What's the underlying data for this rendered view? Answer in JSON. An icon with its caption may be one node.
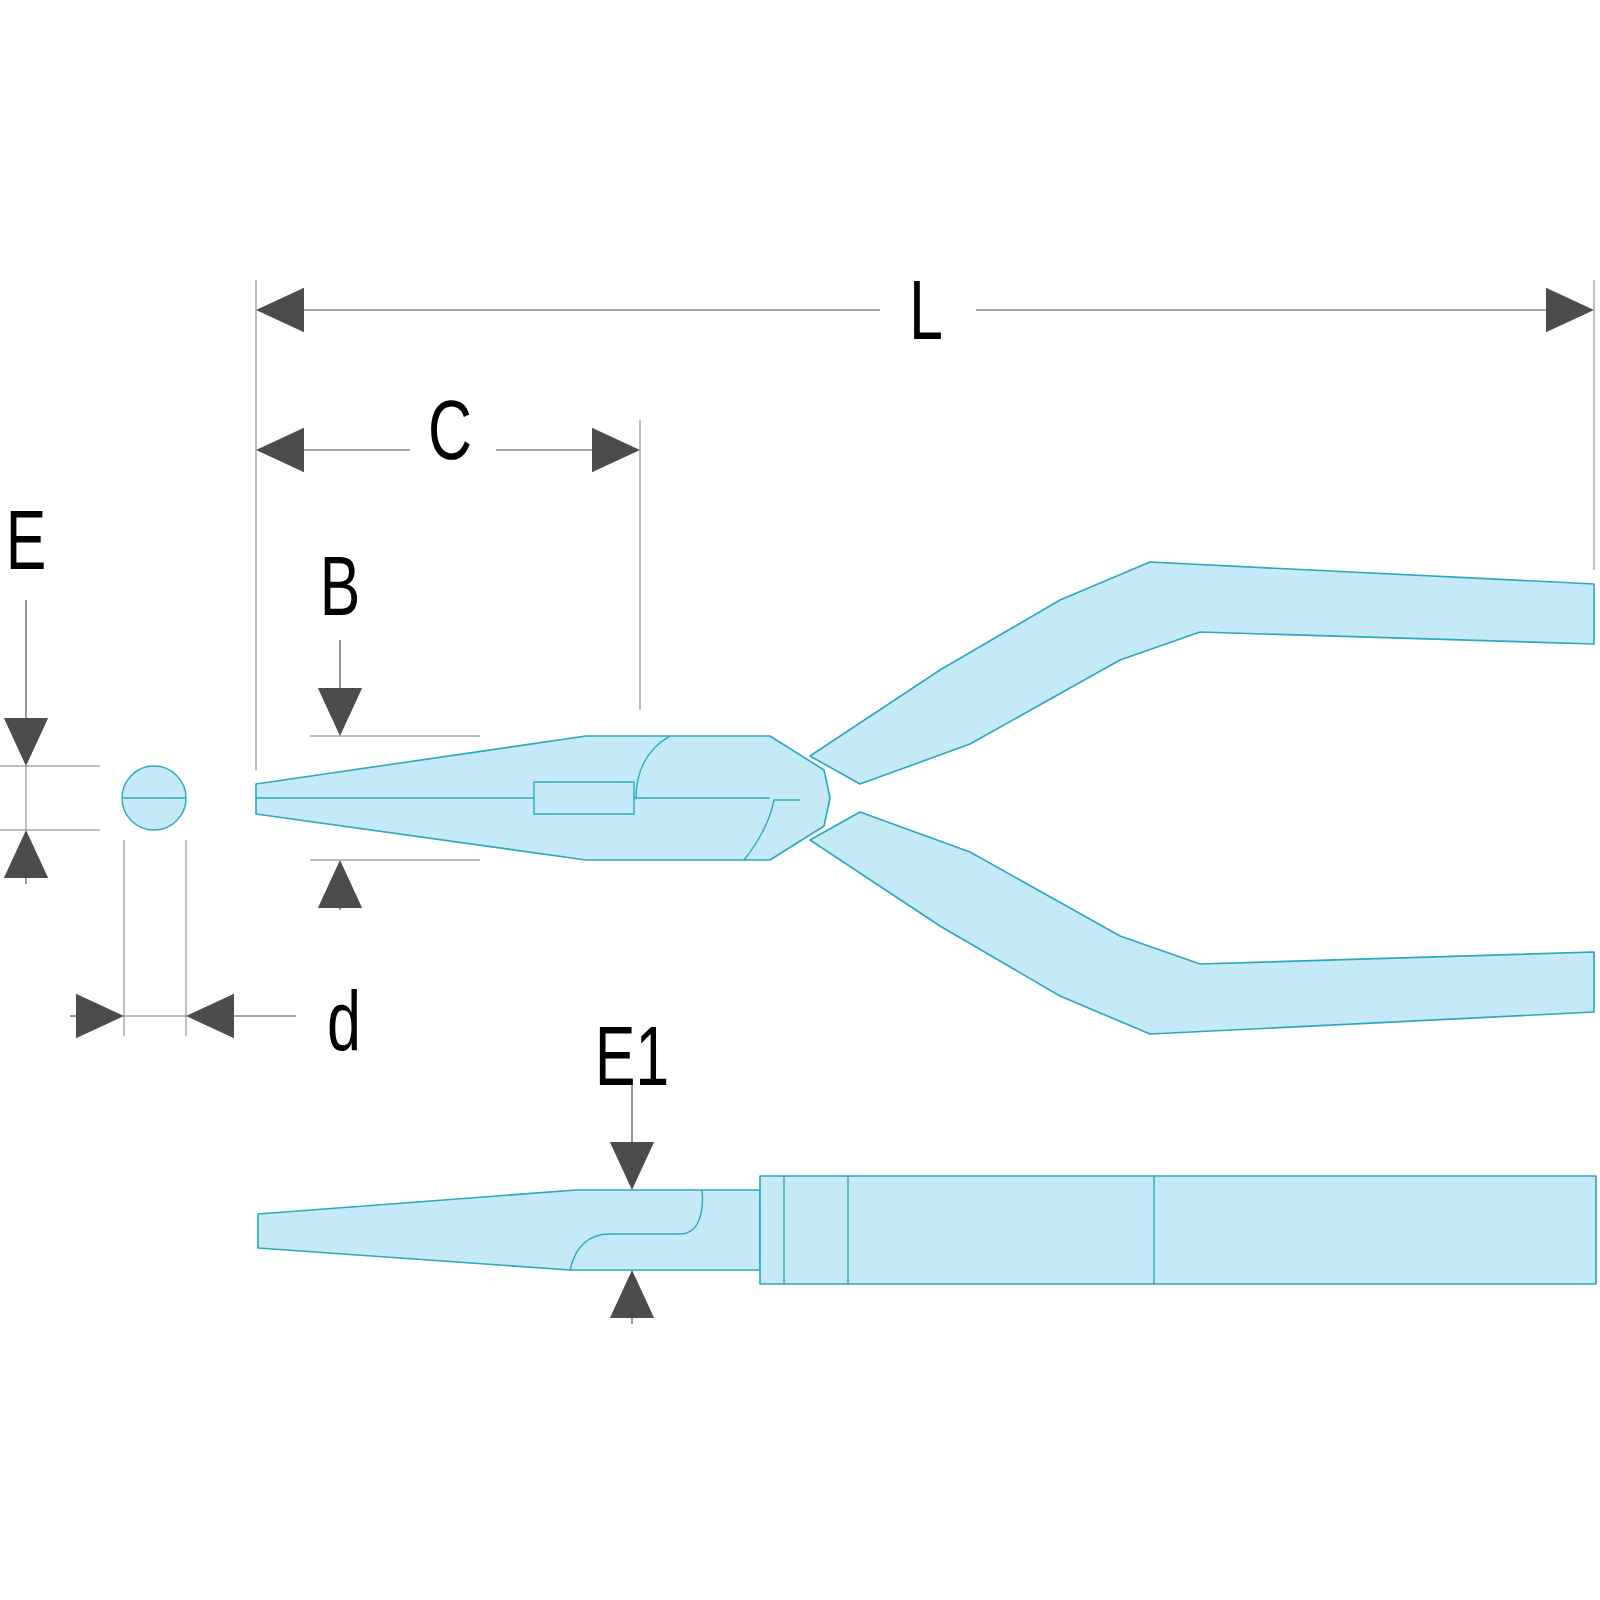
{
  "diagram": {
    "labels": [
      "L",
      "C",
      "E",
      "B",
      "d",
      "E1"
    ]
  }
}
